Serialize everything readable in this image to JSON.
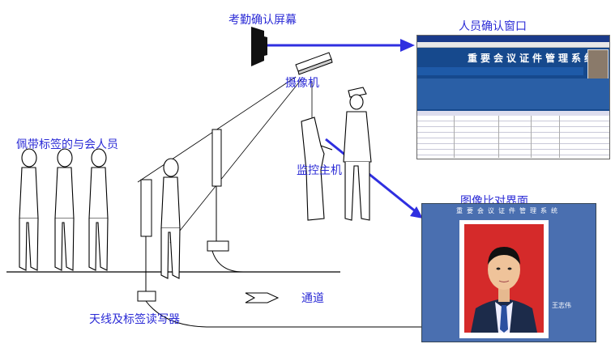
{
  "labels": {
    "screen": "考勤确认屏幕",
    "confirm_window": "人员确认窗口",
    "camera": "摄像机",
    "attendees": "佩带标签的与会人员",
    "host": "监控主机",
    "compare_ui": "图像比对界面",
    "channel": "通道",
    "antenna": "天线及标签读写器"
  },
  "compare_window": {
    "header": "重要会议证件管理系统",
    "person_name": "王志伟"
  },
  "confirm_screen": {
    "header": "重要会议证件管理系统"
  },
  "colors": {
    "label": "#2b2bd6",
    "arrow": "#2f2fe0",
    "banner": "#16498d",
    "panel_bg": "#4a6fb0"
  }
}
